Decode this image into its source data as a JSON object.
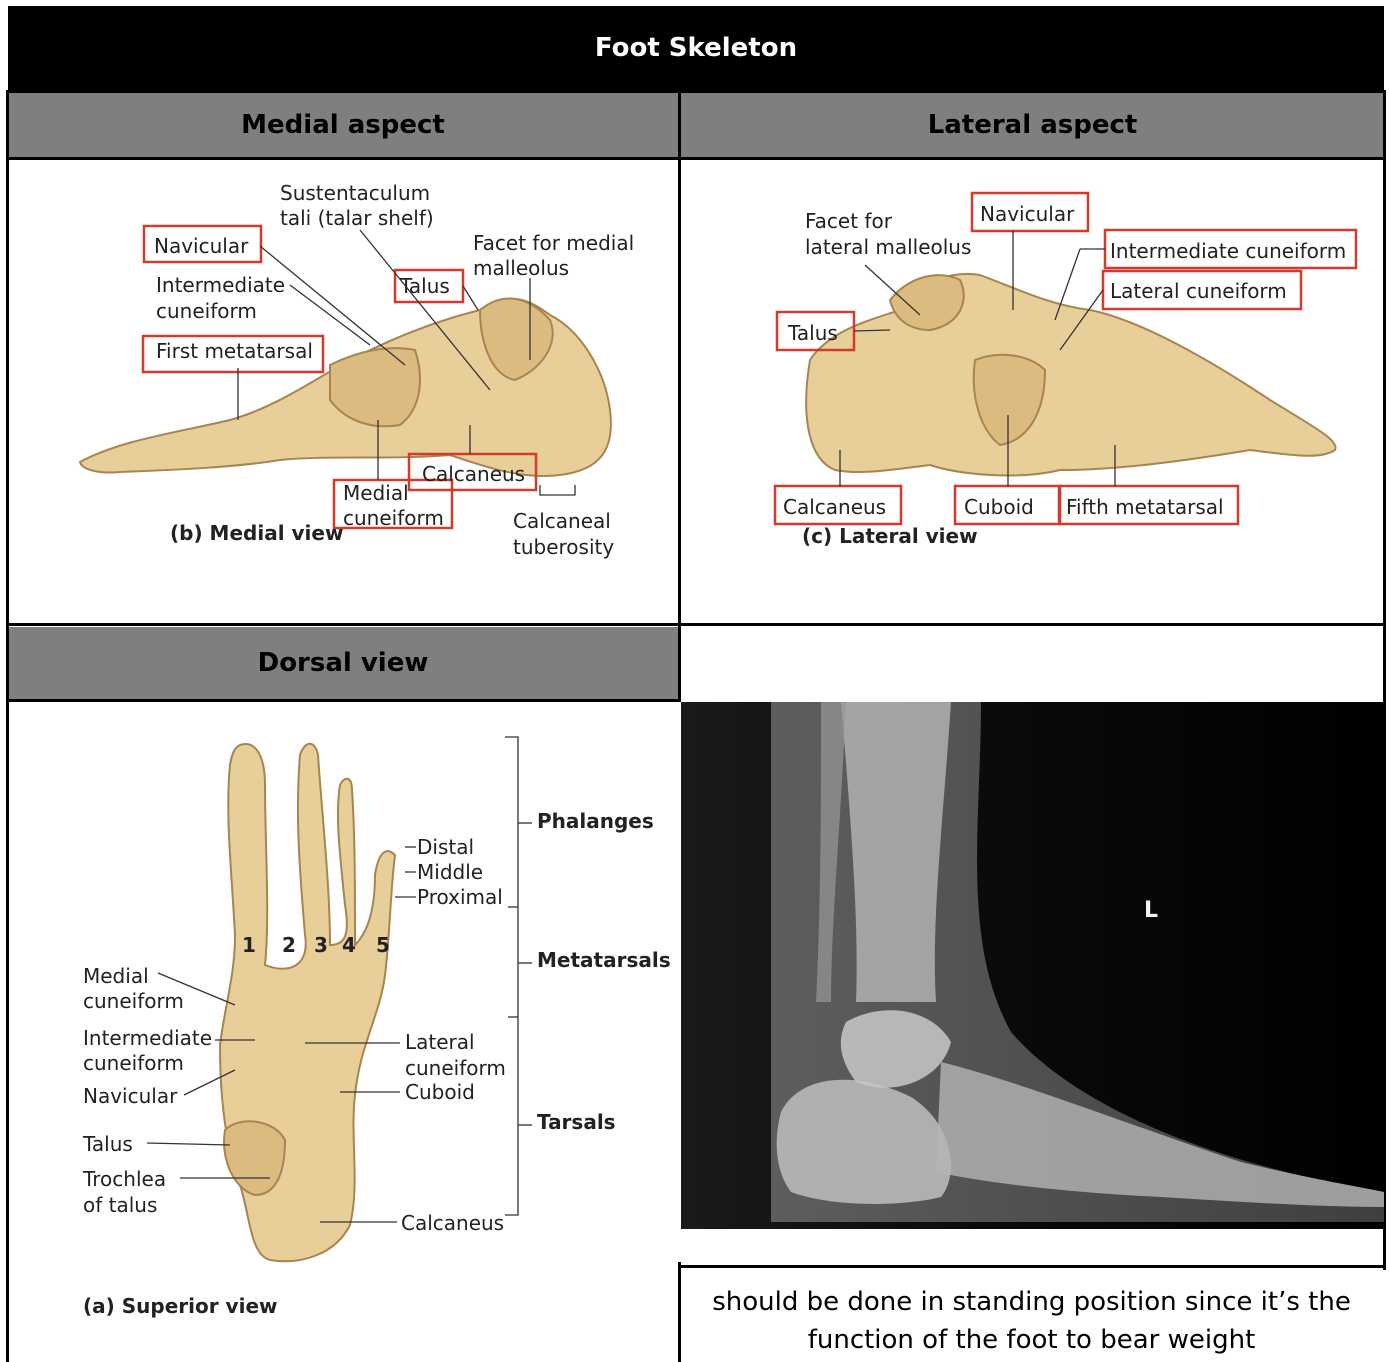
{
  "title": "Foot Skeleton",
  "headers": {
    "medial": "Medial aspect",
    "lateral": "Lateral aspect",
    "dorsal": "Dorsal view"
  },
  "medial_view": {
    "sustentaculum_1": "Sustentaculum",
    "sustentaculum_2": "tali (talar shelf)",
    "navicular": "Navicular",
    "facet_1": "Facet for medial",
    "facet_2": "malleolus",
    "intermediate_1": "Intermediate",
    "intermediate_2": "cuneiform",
    "talus": "Talus",
    "first_metatarsal": "First metatarsal",
    "calcaneus": "Calcaneus",
    "medial_cuneiform_1": "Medial",
    "medial_cuneiform_2": "cuneiform",
    "caption": "(b) Medial view",
    "tuberosity_1": "Calcaneal",
    "tuberosity_2": "tuberosity"
  },
  "lateral_view": {
    "navicular": "Navicular",
    "facet_1": "Facet for",
    "facet_2": "lateral malleolus",
    "intermediate_cuneiform": "Intermediate cuneiform",
    "lateral_cuneiform": "Lateral cuneiform",
    "talus": "Talus",
    "calcaneus": "Calcaneus",
    "cuboid": "Cuboid",
    "fifth_metatarsal": "Fifth metatarsal",
    "caption": "(c) Lateral view"
  },
  "superior_view": {
    "phalanges": "Phalanges",
    "distal": "Distal",
    "middle": "Middle",
    "proximal": "Proximal",
    "metatarsals": "Metatarsals",
    "tarsals": "Tarsals",
    "num1": "1",
    "num2": "2",
    "num3": "3",
    "num4": "4",
    "num5": "5",
    "medial_cuneiform_1": "Medial",
    "medial_cuneiform_2": "cuneiform",
    "intermediate_1": "Intermediate",
    "intermediate_2": "cuneiform",
    "navicular": "Navicular",
    "talus": "Talus",
    "trochlea_1": "Trochlea",
    "trochlea_2": "of talus",
    "lateral_cuneiform_1": "Lateral",
    "lateral_cuneiform_2": "cuneiform",
    "cuboid": "Cuboid",
    "calcaneus": "Calcaneus",
    "caption": "(a) Superior view"
  },
  "xray": {
    "marker": "L"
  },
  "note": "should be done in standing position since it’s the function of the foot to bear weight"
}
